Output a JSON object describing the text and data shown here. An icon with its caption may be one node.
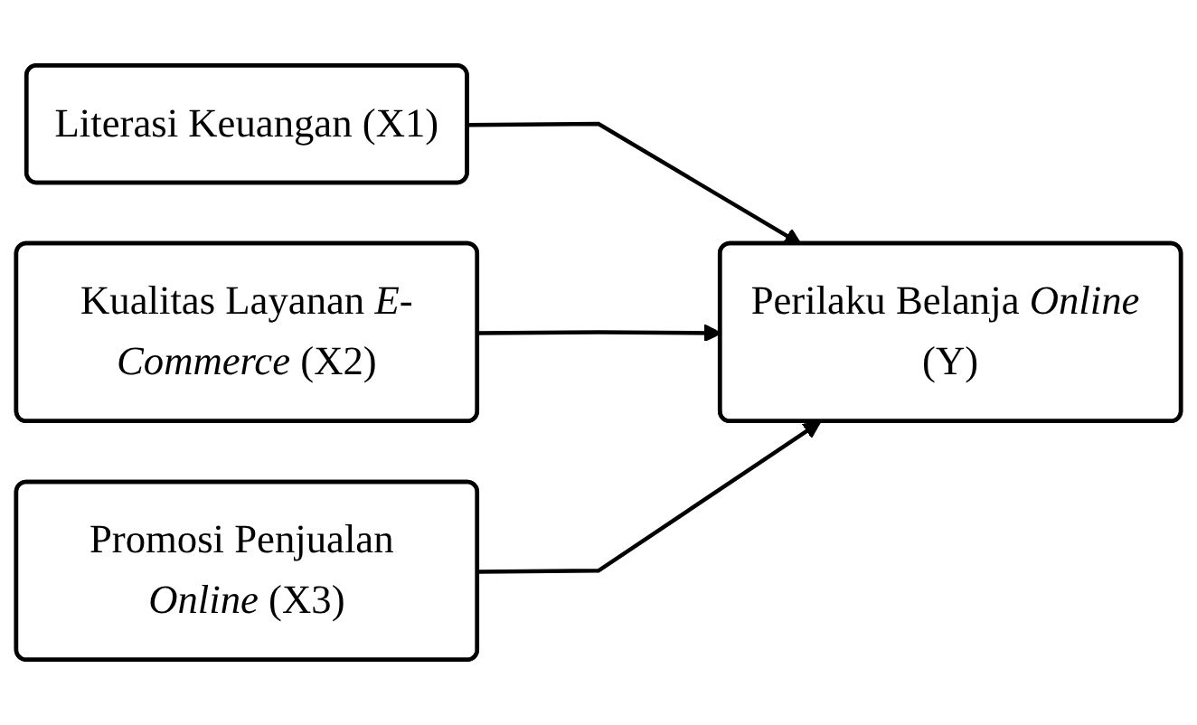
{
  "diagram": {
    "nodes": [
      {
        "text": [
          "Literasi Keuangan (X1)"
        ]
      },
      {
        "text": [
          "Kualitas Layanan *E-Commerce* (X2)"
        ]
      },
      {
        "text": [
          "Promosi Penjualan *Online* (X3)"
        ]
      },
      {
        "text": [
          "Perilaku Belanja *Online* (Y)"
        ]
      }
    ],
    "edges": [
      {
        "from": 0,
        "to": 3,
        "arrow": "to"
      },
      {
        "from": 1,
        "to": 3,
        "arrow": "to"
      },
      {
        "from": 2,
        "to": 3,
        "arrow": "to"
      }
    ]
  }
}
